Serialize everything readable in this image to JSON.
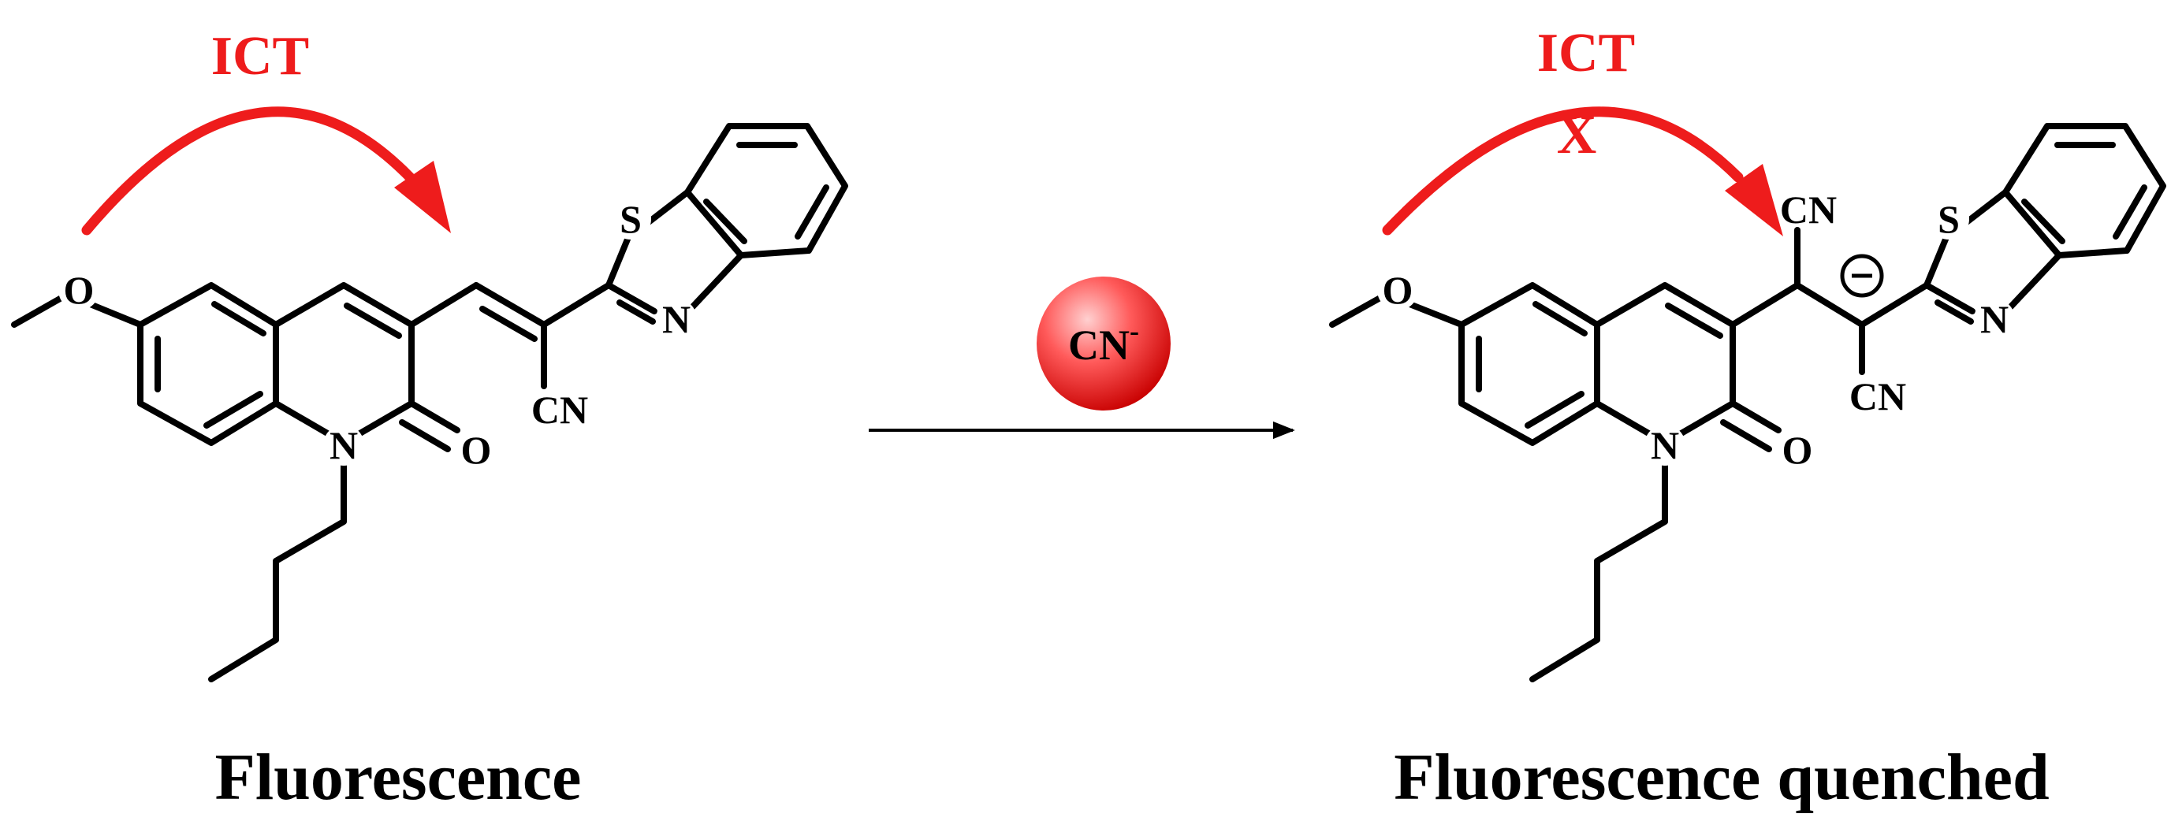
{
  "colors": {
    "ict": "#ee1c1c",
    "bond": "#000000",
    "reagent_light": "#ffd0d0",
    "reagent_dark": "#d40000"
  },
  "reactant": {
    "ict_label": "ICT",
    "caption": "Fluorescence",
    "atoms": {
      "o_ether": "O",
      "n_ring": "N",
      "o_carbonyl": "O",
      "s_thiazole": "S",
      "n_thiazole": "N",
      "cn_group": "CN"
    }
  },
  "reagent": {
    "label": "CN",
    "charge": "-"
  },
  "product": {
    "ict_label": "ICT",
    "blocked_mark": "X",
    "caption": "Fluorescence quenched",
    "charge_symbol": "−",
    "atoms": {
      "o_ether": "O",
      "n_ring": "N",
      "o_carbonyl": "O",
      "s_thiazole": "S",
      "n_thiazole": "N",
      "cn_top": "CN",
      "cn_bottom": "CN"
    }
  }
}
